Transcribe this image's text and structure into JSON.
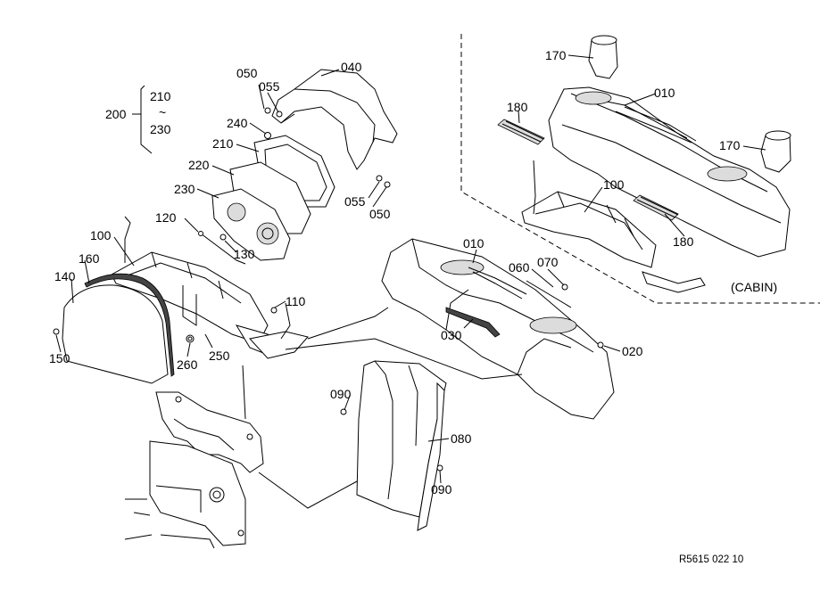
{
  "diagram": {
    "labels": {
      "p050a": "050",
      "p055a": "055",
      "p040": "040",
      "p240": "240",
      "p210": "210",
      "p220": "220",
      "p230": "230",
      "p120": "120",
      "p130": "130",
      "p100a": "100",
      "p160": "160",
      "p140": "140",
      "p150": "150",
      "p260": "260",
      "p250": "250",
      "p110": "110",
      "p055b": "055",
      "p050b": "050",
      "p010a": "010",
      "p060": "060",
      "p070": "070",
      "p030": "030",
      "p020": "020",
      "p090a": "090",
      "p080": "080",
      "p090b": "090",
      "p170a": "170",
      "p010b": "010",
      "p180a": "180",
      "p170b": "170",
      "p100b": "100",
      "p180b": "180",
      "g200": "200",
      "g210": "210",
      "g230": "230",
      "tilde": "~"
    },
    "cabin_label": "(CABIN)",
    "drawing_code": "R5615 022 10"
  }
}
